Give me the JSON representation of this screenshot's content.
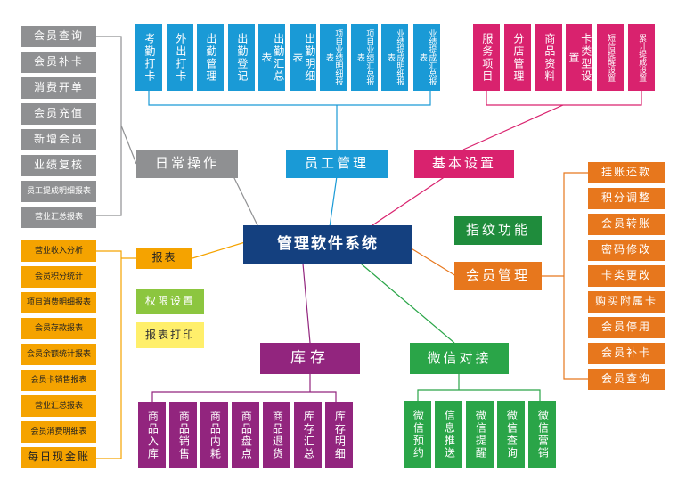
{
  "center": "管理软件系统",
  "branches": {
    "daily": "日常操作",
    "staff": "员工管理",
    "basic": "基本设置",
    "fingerprint": "指纹功能",
    "member": "会员管理",
    "report": "报表",
    "permission": "权限设置",
    "print": "报表打印",
    "inventory": "库存",
    "wechat": "微信对接"
  },
  "staff_items": [
    "考勤打卡",
    "外出打卡",
    "出勤管理",
    "出勤登记",
    "出勤汇总表",
    "出勤明细表",
    "项目业绩明细报表",
    "项目业绩汇总报表",
    "业绩提成明细报表",
    "业绩提成汇总报表"
  ],
  "basic_items": [
    "服务项目",
    "分店管理",
    "商品资料",
    "卡类型设置",
    "短信提醒设置",
    "累计提成设置"
  ],
  "daily_items": [
    "会员查询",
    "会员补卡",
    "消费开单",
    "会员充值",
    "新增会员",
    "业绩复核",
    "员工提成明细报表",
    "营业汇总报表"
  ],
  "report_items": [
    "营业收入分析",
    "会员积分统计",
    "项目消费明细报表",
    "会员存款报表",
    "会员余额统计报表",
    "会员卡销售报表",
    "营业汇总报表",
    "会员消费明细表",
    "每日现金账"
  ],
  "member_items": [
    "挂账还款",
    "积分调整",
    "会员转账",
    "密码修改",
    "卡类更改",
    "购买附属卡",
    "会员停用",
    "会员补卡",
    "会员查询"
  ],
  "inventory_items": [
    "商品入库",
    "商品销售",
    "商品内耗",
    "商品盘点",
    "商品退货",
    "库存汇总",
    "库存明细"
  ],
  "wechat_items": [
    "微信预约",
    "信息推送",
    "微信提醒",
    "微信查询",
    "微信营销"
  ],
  "colors": {
    "staff": "#1a9ad6",
    "basic": "#d9226e",
    "daily": "#8f9092",
    "report": "#f5a300",
    "member": "#e7771d",
    "inventory": "#92257e",
    "wechat": "#2aa548",
    "center": "#14407f"
  }
}
